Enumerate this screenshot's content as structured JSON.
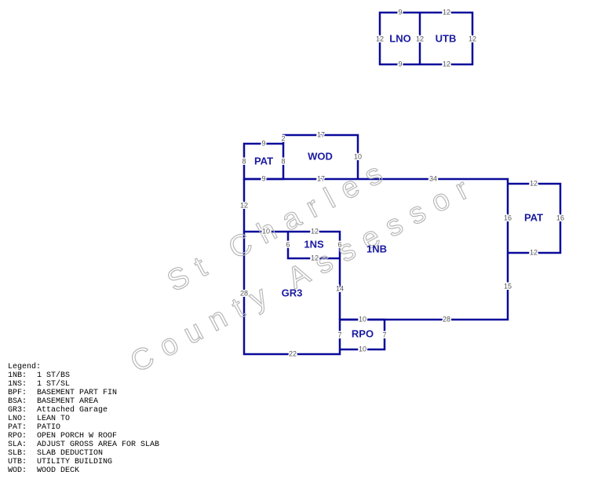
{
  "watermark": {
    "line1": "St Charles",
    "line2": "County Assessor"
  },
  "top_building": {
    "areas": [
      "LNO",
      "UTB"
    ],
    "dims": [
      "9",
      "12",
      "12",
      "12",
      "12",
      "9",
      "12"
    ]
  },
  "main_building": {
    "areas": [
      "PAT",
      "WOD",
      "1NS",
      "1NB",
      "GR3",
      "RPO",
      "PAT"
    ],
    "dims": [
      "9",
      "2",
      "17",
      "8",
      "8",
      "10",
      "9",
      "17",
      "34",
      "12",
      "10",
      "12",
      "6",
      "6",
      "12",
      "28",
      "14",
      "7",
      "22",
      "10",
      "28",
      "7",
      "10",
      "16",
      "15",
      "12",
      "12",
      "16"
    ]
  },
  "legend": {
    "title": "Legend:",
    "items": [
      {
        "code": "1NB:",
        "desc": "1 ST/BS"
      },
      {
        "code": "1NS:",
        "desc": "1 ST/SL"
      },
      {
        "code": "BPF:",
        "desc": "BASEMENT PART FIN"
      },
      {
        "code": "BSA:",
        "desc": "BASEMENT AREA"
      },
      {
        "code": "GR3:",
        "desc": "Attached Garage"
      },
      {
        "code": "LNO:",
        "desc": "LEAN TO"
      },
      {
        "code": "PAT:",
        "desc": "PATIO"
      },
      {
        "code": "RPO:",
        "desc": "OPEN PORCH W ROOF"
      },
      {
        "code": "SLA:",
        "desc": "ADJUST GROSS AREA FOR SLAB"
      },
      {
        "code": "SLB:",
        "desc": "SLAB DEDUCTION"
      },
      {
        "code": "UTB:",
        "desc": "UTILITY BUILDING"
      },
      {
        "code": "WOD:",
        "desc": "WOOD DECK"
      }
    ]
  }
}
